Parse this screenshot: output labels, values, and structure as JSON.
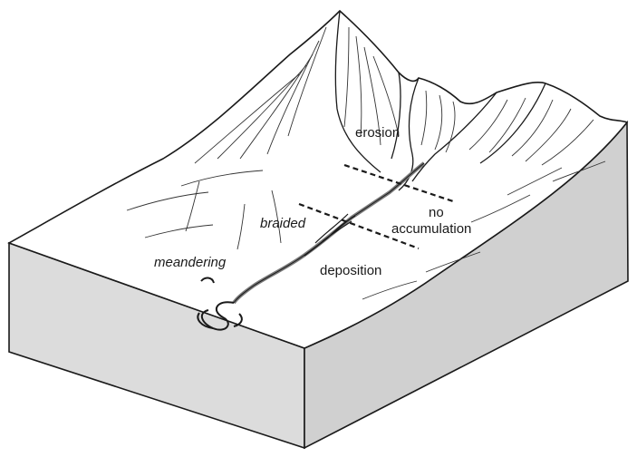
{
  "diagram": {
    "labels": {
      "erosion": "erosion",
      "no_accumulation_line1": "no",
      "no_accumulation_line2": "accumulation",
      "braided": "braided",
      "deposition": "deposition",
      "meandering": "meandering"
    },
    "colors": {
      "block_top": "#ffffff",
      "block_front": "#dcdcdc",
      "block_side": "#cfcfcf",
      "outline": "#1a1a1a",
      "river": "#7a7a7a"
    }
  }
}
